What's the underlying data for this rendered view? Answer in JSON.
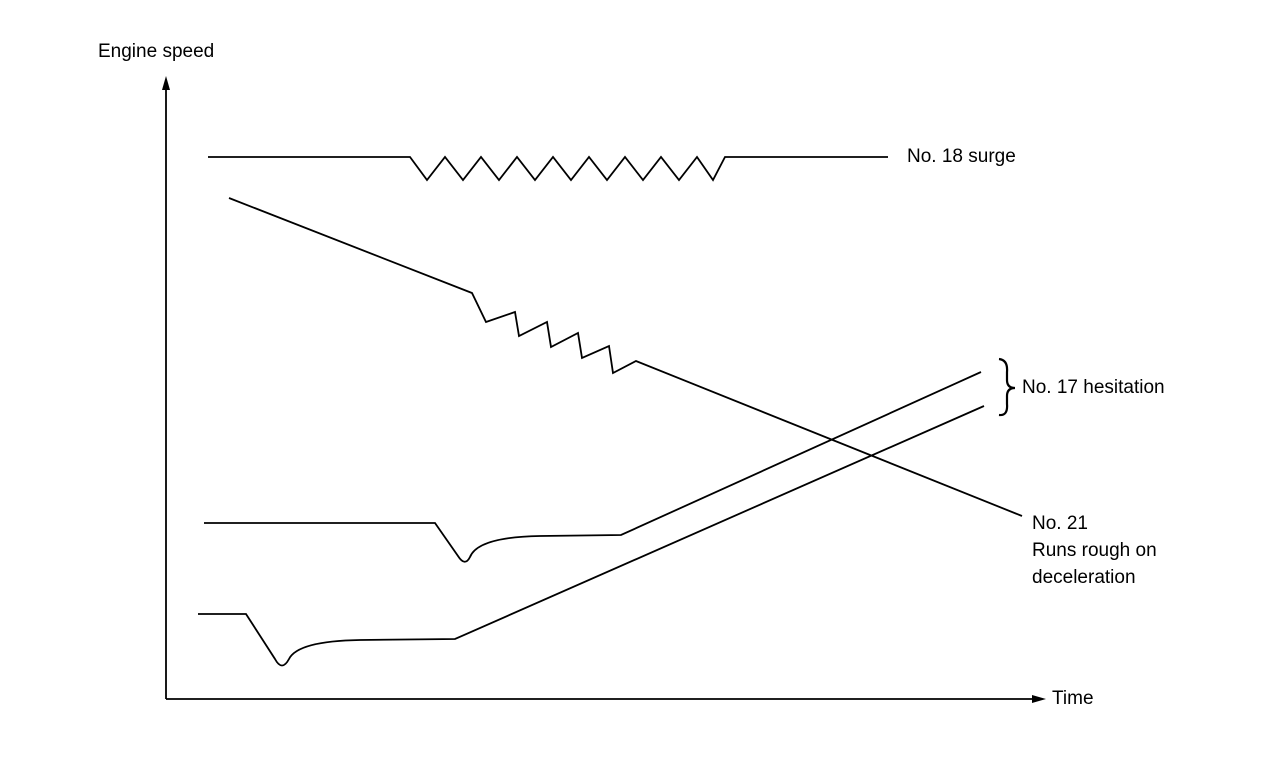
{
  "axes": {
    "y_label": "Engine speed",
    "x_label": "Time"
  },
  "curves": [
    {
      "id": "surge",
      "label": "No. 18 surge"
    },
    {
      "id": "hesitation",
      "label": "No. 17 hesitation"
    },
    {
      "id": "rough-decel",
      "label_line1": "No. 21",
      "label_line2": "Runs rough on",
      "label_line3": "deceleration"
    }
  ],
  "colors": {
    "ink": "#000000",
    "background": "#ffffff"
  }
}
